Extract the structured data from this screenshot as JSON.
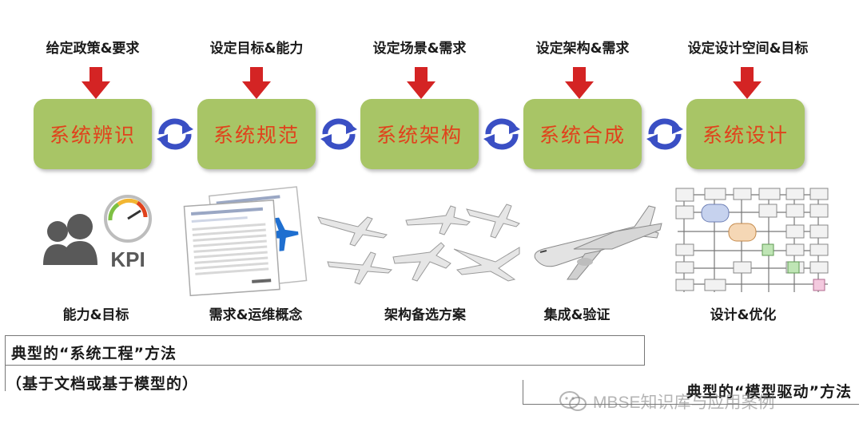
{
  "stages": [
    {
      "input": "给定政策&要求",
      "name": "系统辨识",
      "output": "能力&目标"
    },
    {
      "input": "设定目标&能力",
      "name": "系统规范",
      "output": "需求&运维概念"
    },
    {
      "input": "设定场景&需求",
      "name": "系统架构",
      "output": "架构备选方案"
    },
    {
      "input": "设定架构&需求",
      "name": "系统合成",
      "output": "集成&验证"
    },
    {
      "input": "设定设计空间&目标",
      "name": "系统设计",
      "output": "设计&优化"
    }
  ],
  "kpi_label": "KPI",
  "methods": {
    "traditional": "典型的“系统工程”方法",
    "traditional_sub": "（基于文档或基于模型的）",
    "model_driven": "典型的“模型驱动”方法"
  },
  "watermark": "MBSE知识库与应用案例",
  "colors": {
    "stage_fill": "#a8c566",
    "stage_text": "#e0421c",
    "arrow": "#d42424",
    "cycle": "#3a4fc4"
  }
}
